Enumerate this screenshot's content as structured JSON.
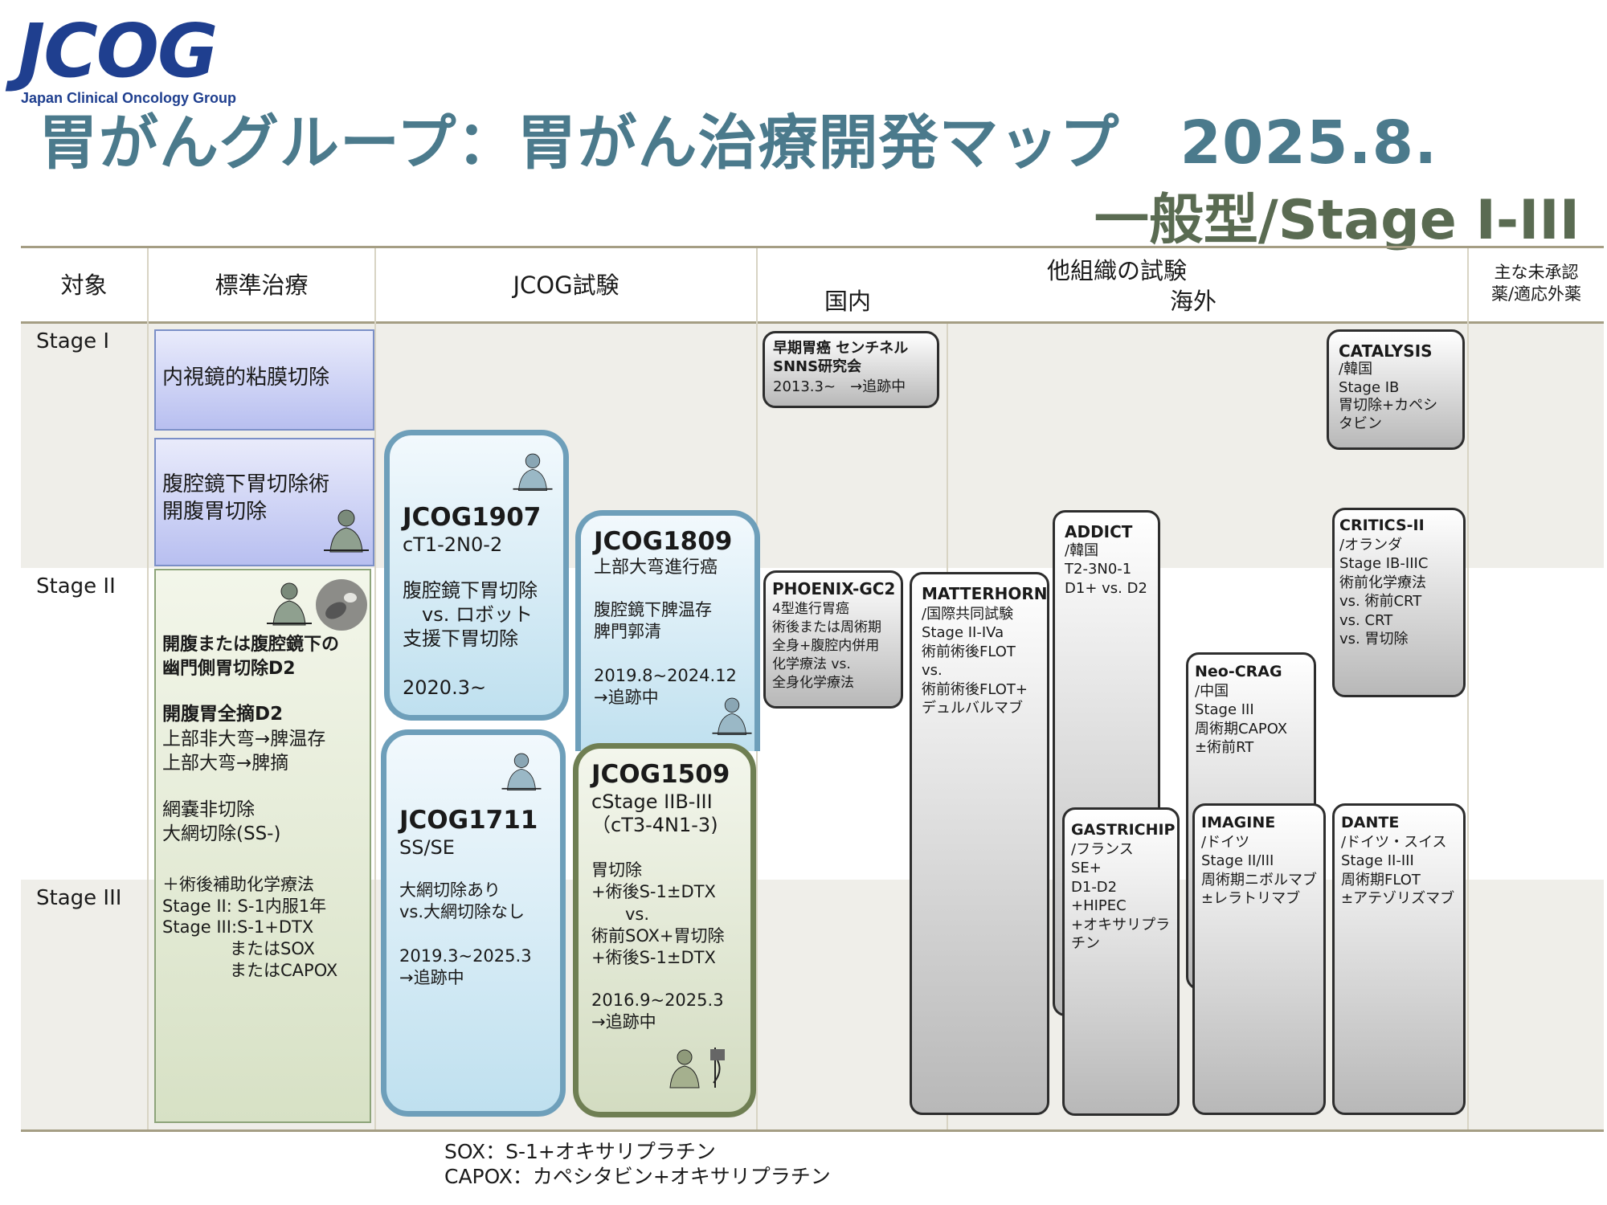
{
  "logo": {
    "text": "JCOG",
    "sub": "Japan Clinical Oncology Group"
  },
  "title": "胃がんグループ：胃がん治療開発マップ　2025.8.",
  "subtitle": "一般型/Stage I-III",
  "headers": {
    "target": "対象",
    "standard": "標準治療",
    "jcog": "JCOG試験",
    "other": "他組織の試験",
    "domestic": "国内",
    "overseas": "海外",
    "unapproved": "主な未承認\n薬/適応外薬"
  },
  "stages": [
    "Stage I",
    "Stage II",
    "Stage III"
  ],
  "standard": {
    "box1": "内視鏡的粘膜切除",
    "box2": "腹腔鏡下胃切除術\n開腹胃切除",
    "box3": {
      "bold1": "開腹または腹腔鏡下の\n幽門側胃切除D2",
      "bold2": "開腹胃全摘D2",
      "l1": "上部非大弯→脾温存\n上部大弯→脾摘",
      "l2": "網嚢非切除\n大網切除(SS-)",
      "l3": "＋術後補助化学療法\nStage II: S-1内服1年\nStage III:S-1+DTX\n　　　　またはSOX\n　　　　またはCAPOX"
    }
  },
  "jcog": {
    "j1907": {
      "id": "JCOG1907",
      "sub": "cT1-2N0-2",
      "desc": "腹腔鏡下胃切除\n　vs. ロボット\n支援下胃切除",
      "date": "2020.3~"
    },
    "j1809": {
      "id": "JCOG1809",
      "sub": "上部大弯進行癌",
      "desc": "腹腔鏡下脾温存\n脾門郭清",
      "date": "2019.8~2024.12\n→追跡中"
    },
    "j1711": {
      "id": "JCOG1711",
      "sub": "SS/SE",
      "desc": "大網切除あり\n vs.大網切除なし",
      "date": "2019.3~2025.3\n→追跡中"
    },
    "j1509": {
      "id": "JCOG1509",
      "sub": "cStage IIB-III\n（cT3-4N1-3)",
      "desc": "胃切除\n+術後S-1±DTX\n　　vs.\n術前SOX+胃切除\n+術後S-1±DTX",
      "date": "2016.9~2025.3\n→追跡中"
    }
  },
  "other": {
    "snns": {
      "title": "早期胃癌 センチネル\nSNNS研究会",
      "body": "2013.3~　→追跡中"
    },
    "phoenix": {
      "title": "PHOENIX-GC2",
      "body": "4型進行胃癌\n術後または周術期\n全身+腹腔内併用\n化学療法 vs.\n全身化学療法"
    },
    "matterhorn": {
      "title": "MATTERHORN",
      "body": "/国際共同試験\nStage II-IVa\n術前術後FLOT\nvs.\n術前術後FLOT+\nデュルバルマブ"
    },
    "addict": {
      "title": "ADDICT",
      "body": "/韓国\nT2-3N0-1\nD1+ vs. D2"
    },
    "gastrichip": {
      "title": "GASTRICHIP",
      "body": "/フランス\nSE+\nD1-D2\n+HIPEC\n+オキサリプラ\nチン"
    },
    "neocrag": {
      "title": "Neo-CRAG",
      "body": "/中国\nStage III\n周術期CAPOX\n±術前RT"
    },
    "imagine": {
      "title": "IMAGINE",
      "body": "/ドイツ\nStage II/III\n周術期ニボルマブ\n±レラトリマブ"
    },
    "dante": {
      "title": "DANTE",
      "body": "/ドイツ・スイス\nStage II-III\n周術期FLOT\n±アテゾリズマブ"
    },
    "catalysis": {
      "title": "CATALYSIS",
      "body": "/韓国\nStage IB\n胃切除+カペシ\nタビン"
    },
    "critics": {
      "title": "CRITICS-II",
      "body": "/オランダ\nStage IB-IIIC\n術前化学療法\nvs. 術前CRT\nvs. CRT\nvs. 胃切除"
    }
  },
  "footer": "SOX：S-1+オキサリプラチン\nCAPOX：カペシタビン+オキサリプラチン",
  "colors": {
    "title": "#4b7a8c",
    "subtitle": "#5a6b52",
    "logo": "#1f3f8f",
    "jcog_blue": "#6e9fba",
    "jcog_green": "#6f7f53"
  }
}
